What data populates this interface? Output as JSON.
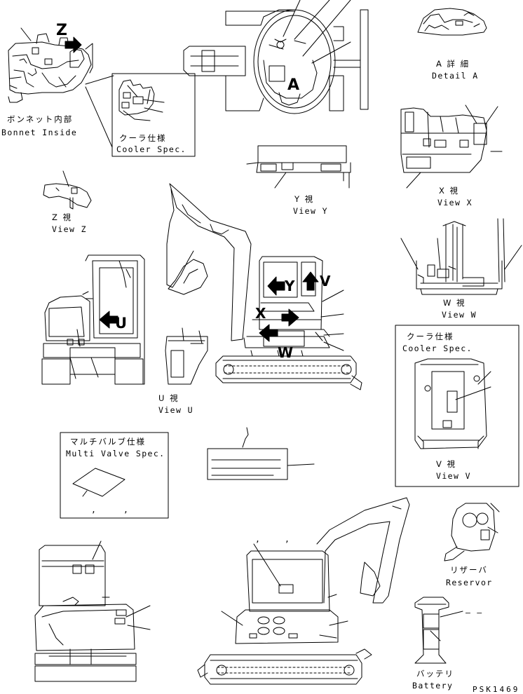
{
  "views": {
    "bonnet": {
      "jp": "ボンネット内部",
      "en": "Bonnet Inside"
    },
    "cooler1": {
      "jp": "クーラ仕様",
      "en": "Cooler Spec."
    },
    "detailA": {
      "jp": "A 詳 細",
      "en": "Detail A"
    },
    "viewY": {
      "jp": "Y 視",
      "en": "View Y"
    },
    "viewX": {
      "jp": "X 視",
      "en": "View X"
    },
    "viewZ": {
      "jp": "Z 視",
      "en": "View Z"
    },
    "viewW": {
      "jp": "W 視",
      "en": "View W"
    },
    "viewU": {
      "jp": "U 視",
      "en": "View U"
    },
    "cooler2": {
      "jp": "クーラ仕様",
      "en": "Cooler Spec."
    },
    "viewV": {
      "jp": "V 視",
      "en": "View V"
    },
    "multivalve": {
      "jp": "マルチバルブ仕様",
      "en": "Multi Valve Spec."
    },
    "reservor": {
      "jp": "リザーバ",
      "en": "Reservor"
    },
    "battery": {
      "jp": "バッテリ",
      "en": "Battery"
    }
  },
  "markers": {
    "Z": "Z",
    "A": "A",
    "U": "U",
    "Y": "Y",
    "V": "V",
    "X": "X",
    "W": "W"
  },
  "drawing_number": "PSK1469",
  "small_marks": {
    "comma1": ",",
    "comma2": ",",
    "comma3": ",",
    "comma4": ",",
    "dashes": "– –"
  }
}
